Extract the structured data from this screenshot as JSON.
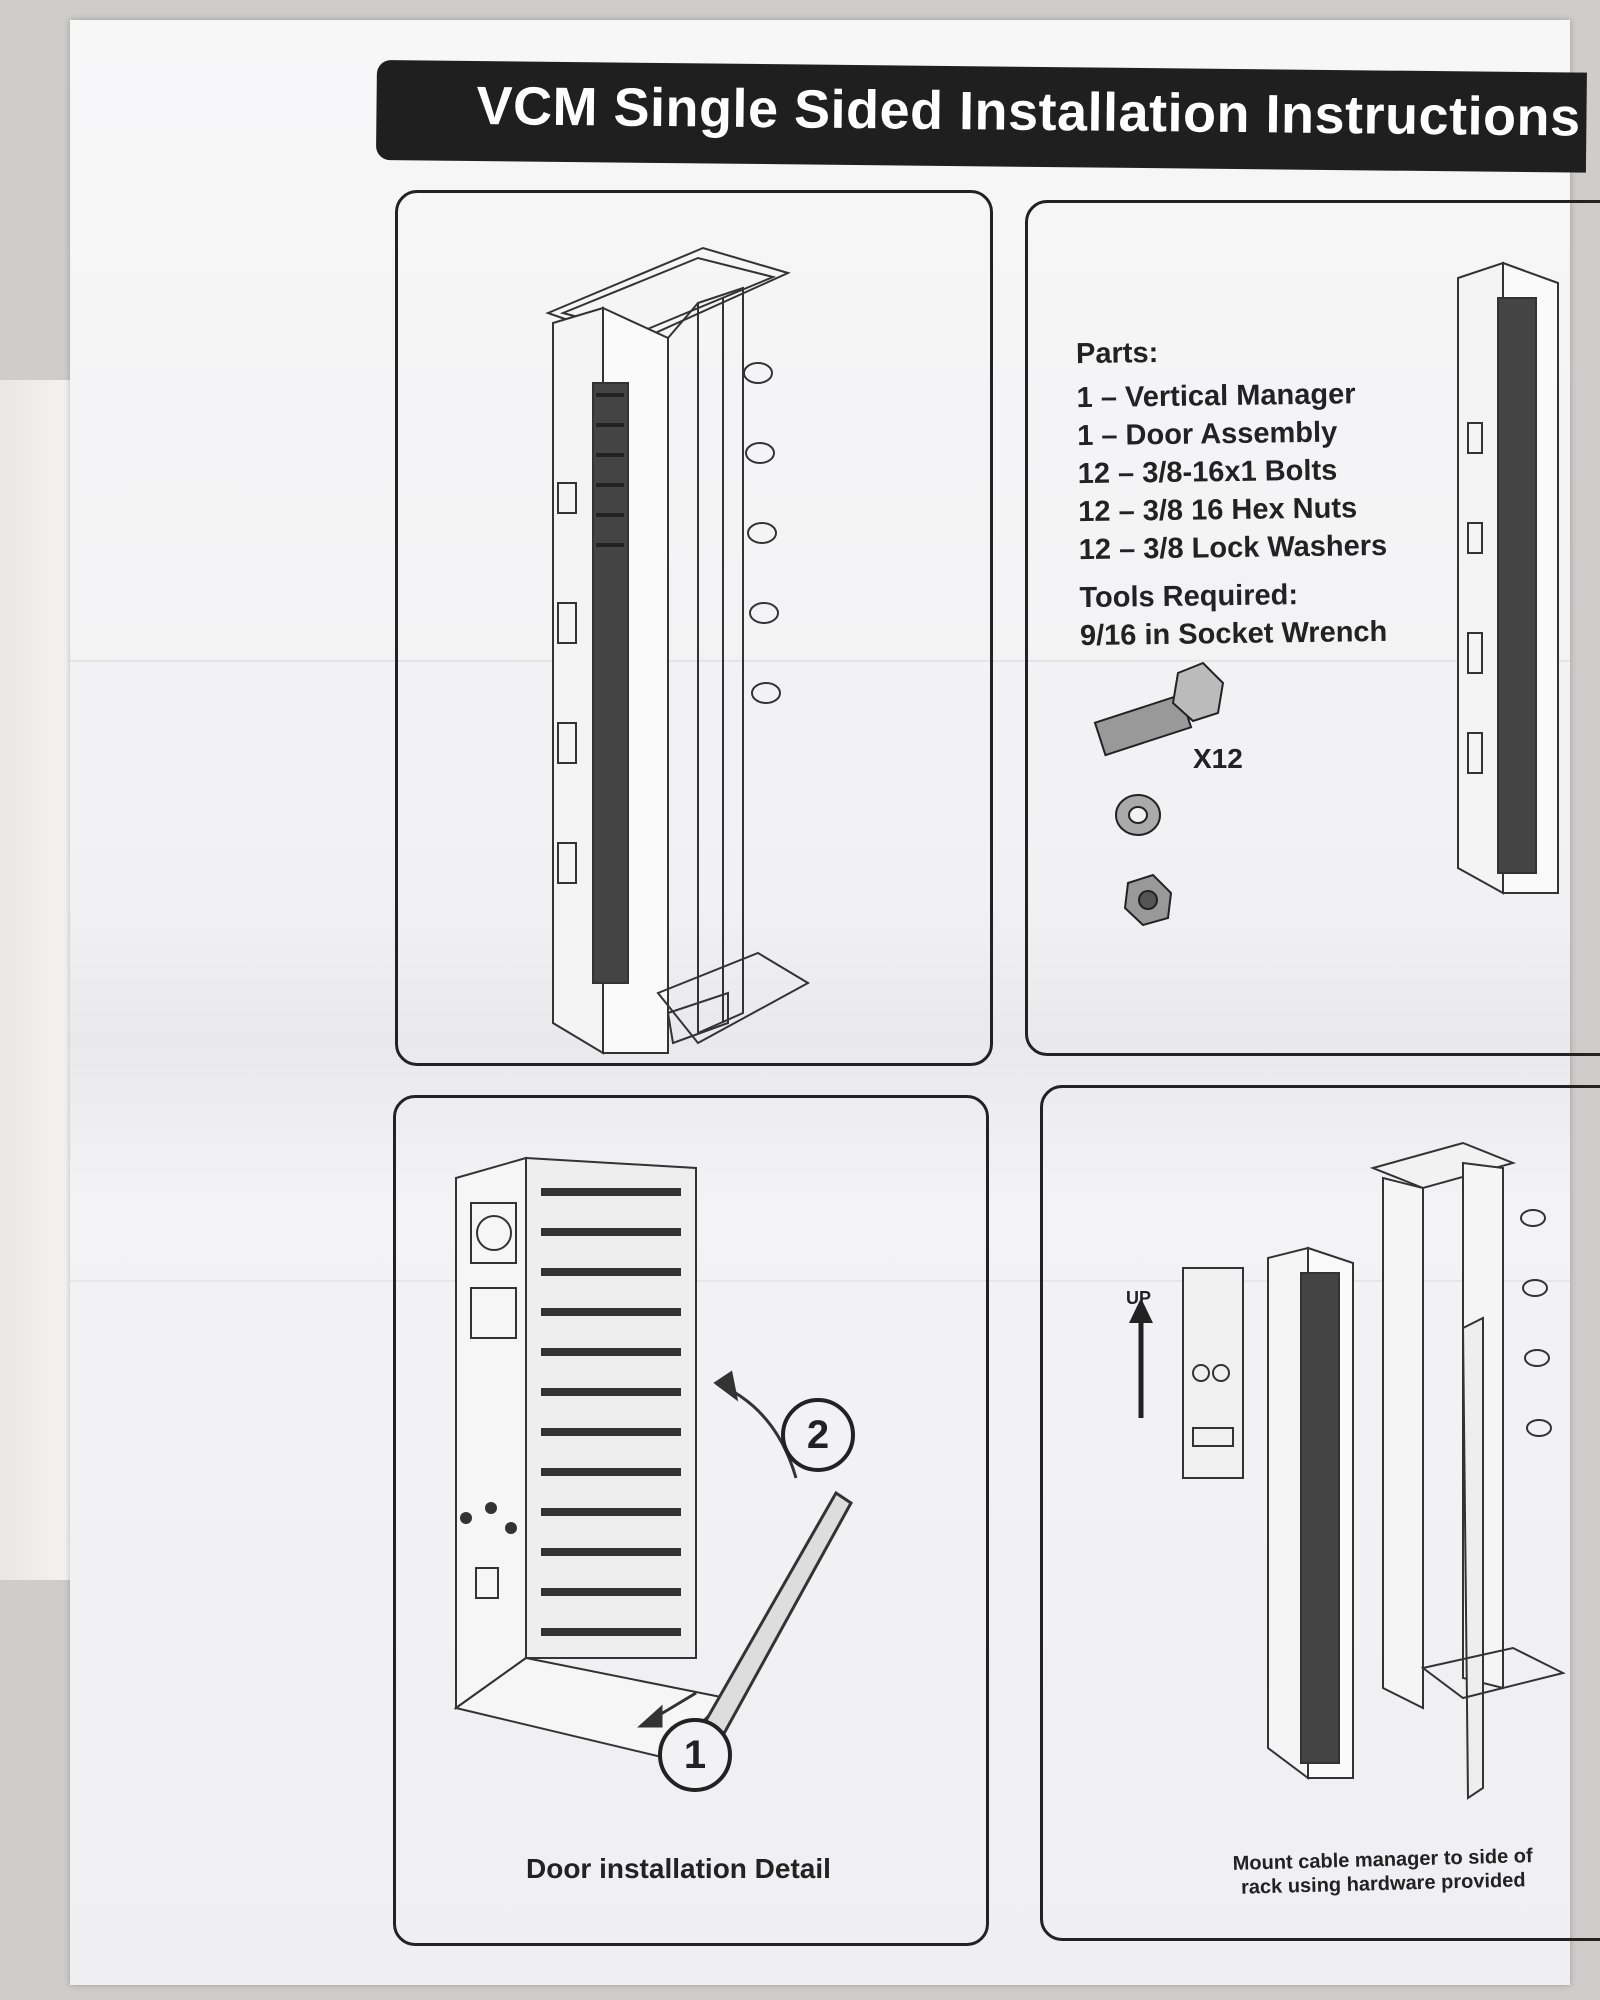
{
  "document": {
    "title": "VCM Single Sided Installation Instructions"
  },
  "parts_panel": {
    "parts_heading": "Parts:",
    "parts": [
      "1 – Vertical Manager",
      "1 – Door Assembly",
      "12 – 3/8-16x1 Bolts",
      "12 – 3/8 16 Hex Nuts",
      "12 – 3/8 Lock Washers"
    ],
    "tools_heading": "Tools Required:",
    "tools": [
      "9/16 in Socket Wrench"
    ],
    "quantity_label": "X12"
  },
  "door_panel": {
    "step_1": "1",
    "step_2": "2",
    "caption": "Door installation Detail"
  },
  "mount_panel": {
    "up_label": "UP",
    "caption_line1": "Mount cable manager to side of",
    "caption_line2": "rack using hardware provided"
  }
}
